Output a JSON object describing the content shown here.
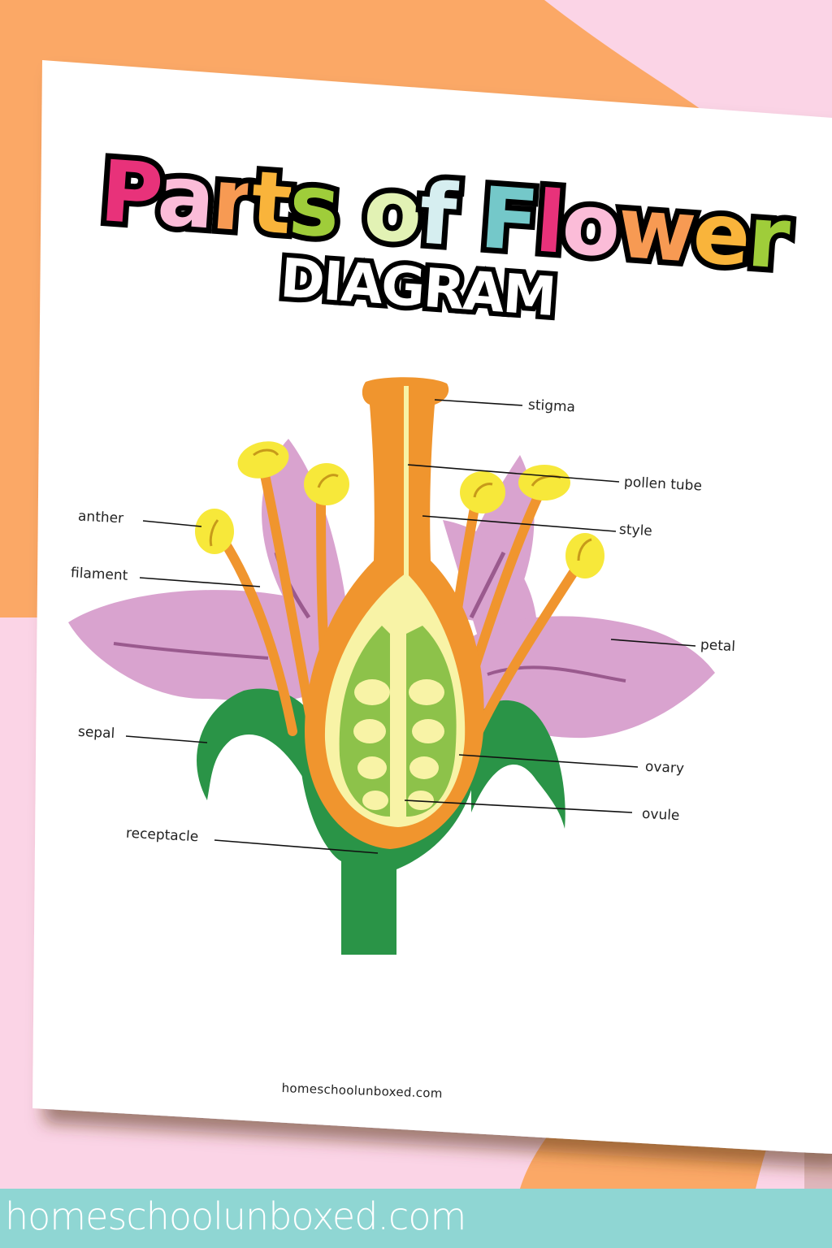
{
  "title": {
    "words": [
      {
        "text": "P",
        "color": "#e8327a"
      },
      {
        "text": "a",
        "color": "#fbbcd8"
      },
      {
        "text": "r",
        "color": "#f79a53"
      },
      {
        "text": "t",
        "color": "#f9b43b"
      },
      {
        "text": "s",
        "color": "#9fcd3a"
      },
      {
        "text": " ",
        "color": "#ffffff"
      },
      {
        "text": "o",
        "color": "#e2f2b4"
      },
      {
        "text": "f",
        "color": "#d6eef0"
      },
      {
        "text": " ",
        "color": "#ffffff"
      },
      {
        "text": "F",
        "color": "#74c8c9"
      },
      {
        "text": "l",
        "color": "#e8327a"
      },
      {
        "text": "o",
        "color": "#fbbcd8"
      },
      {
        "text": "w",
        "color": "#f79a53"
      },
      {
        "text": "e",
        "color": "#f9b43b"
      },
      {
        "text": "r",
        "color": "#9fcd3a"
      }
    ],
    "full_text": "Parts of Flower",
    "subtitle": "DIAGRAM"
  },
  "diagram": {
    "labels": {
      "stigma": "stigma",
      "pollen_tube": "pollen tube",
      "style": "style",
      "anther": "anther",
      "filament": "filament",
      "petal": "petal",
      "sepal": "sepal",
      "ovary": "ovary",
      "ovule": "ovule",
      "receptacle": "receptacle"
    }
  },
  "page_footer": "homeschoolunboxed.com",
  "banner": {
    "text": "homeschoolunboxed.com"
  },
  "colors": {
    "background_orange": "#fba866",
    "background_pink": "#fbd4e6",
    "banner_teal": "#8fd6d3",
    "petal": "#d9a3cf",
    "petal_vein": "#9a5a8e",
    "orange_part": "#f0952e",
    "anther_yellow": "#f7e83a",
    "sepal_green": "#2a9447",
    "ovary_green": "#8dc24a",
    "ovule_cream": "#f8f3a6"
  }
}
